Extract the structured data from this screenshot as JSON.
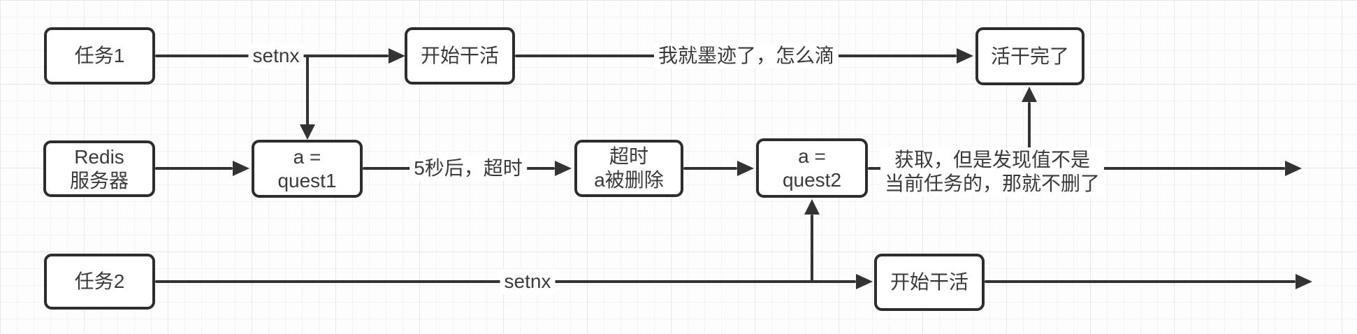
{
  "diagram": {
    "title_hint": "redis-setnx-distributed-lock-flow",
    "nodes": {
      "task1": {
        "label": "任务1"
      },
      "start_work_top": {
        "label": "开始干活"
      },
      "work_done": {
        "label": "活干完了"
      },
      "redis_server": {
        "line1": "Redis",
        "line2": "服务器"
      },
      "a_quest1": {
        "line1": "a =",
        "line2": "quest1"
      },
      "timeout_deleted": {
        "line1": "超时",
        "line2": "a被删除"
      },
      "a_quest2": {
        "line1": "a =",
        "line2": "quest2"
      },
      "task2": {
        "label": "任务2"
      },
      "start_work_bottom": {
        "label": "开始干活"
      }
    },
    "edge_labels": {
      "setnx_top": "setnx",
      "procrastinate": "我就墨迹了，怎么滴",
      "after_5s_timeout": "5秒后，超时",
      "get_but_line1": "获取，但是发现值不是",
      "get_but_line2": "当前任务的，那就不删了",
      "setnx_bottom": "setnx"
    },
    "colors": {
      "line": "#333333",
      "node_border": "#2d2d2d",
      "node_fill": "#ffffff",
      "text": "#3a3a3a",
      "grid_minor": "#f3f3f3",
      "grid_major": "#e7e7e7",
      "background": "#fdfdfd"
    }
  }
}
